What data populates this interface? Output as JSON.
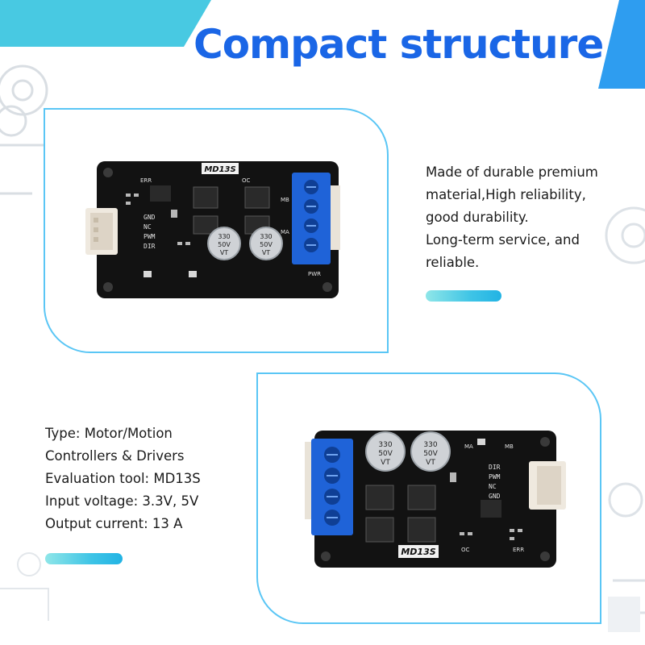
{
  "title": "Compact structure",
  "top_description": [
    "Made of durable premium",
    "material,High reliability,",
    "good durability.",
    "Long-term service, and",
    "reliable."
  ],
  "bottom_specs": [
    "Type: Motor/Motion",
    "Controllers & Drivers",
    "Evaluation tool: MD13S",
    "Input voltage: 3.3V, 5V",
    "Output current: 13 A"
  ],
  "board_labels": {
    "model": "MD13S",
    "cap_value": "330",
    "cap_voltage": "50V",
    "cap_series": "VT",
    "pin_gnd": "GND",
    "pin_nc": "NC",
    "pin_pwm": "PWM",
    "pin_dir": "DIR",
    "ma": "MA",
    "mb": "MB",
    "oc": "OC",
    "err": "ERR",
    "pwr": "PWR"
  },
  "colors": {
    "title": "#1a66e6",
    "card_border": "#5ac6f5",
    "accent_blue": "#1ea0e6",
    "terminal_blue": "#1f63d8",
    "board_black": "#121212",
    "pill_start": "#8fe6e8",
    "pill_end": "#22b3e4"
  }
}
